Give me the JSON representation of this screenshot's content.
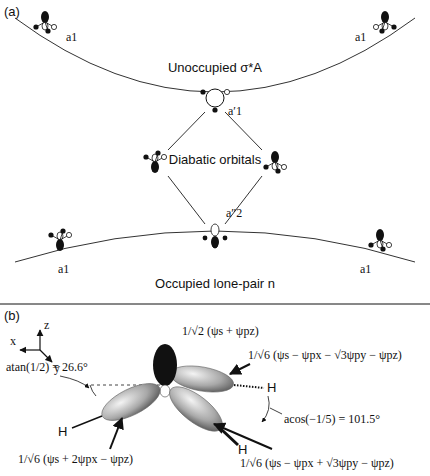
{
  "diagram": {
    "labels": [
      "(a)",
      "a1",
      "a1",
      "Unoccupied σ*A",
      "a′1",
      "Diabatic orbitals",
      "a1",
      "a″2",
      "a1",
      "Occupied lone-pair n",
      "(b)",
      "z",
      "x",
      "y",
      "1/√2 (ψs + ψpz)",
      "1/√6 (ψs − ψpx − √3ψpy − ψpz)",
      "H",
      "atan(1/2) = 26.6°",
      "acos(−1/5) = 101.5°",
      "H",
      "H",
      "1/√6 (ψs + 2ψpx − ψpz)",
      "1/√6 (ψs − ψpx + √3ψpy − ψpz)"
    ]
  }
}
